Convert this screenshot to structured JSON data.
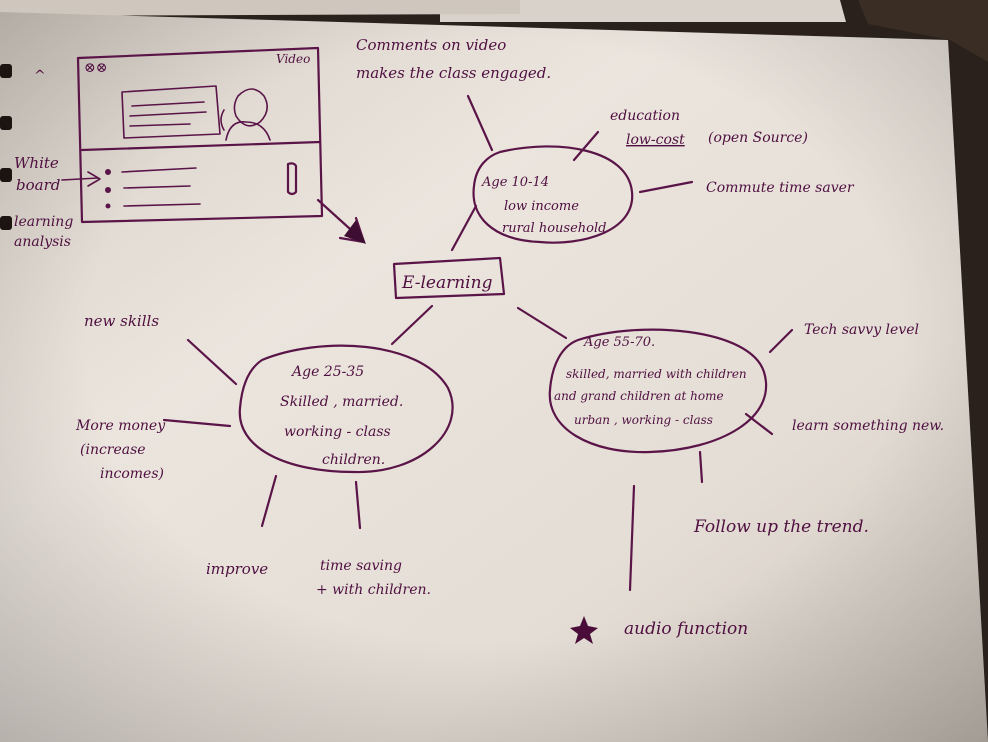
{
  "sketch": {
    "mockup": {
      "icons_label": "⊗⊗",
      "video_label": "Video",
      "whiteboard_label_line1": "White",
      "whiteboard_label_line2": "board",
      "analytics_label_line1": "learning",
      "analytics_label_line2": "analysis"
    },
    "top_note_line1": "Comments on video",
    "top_note_line2": "makes the class engaged.",
    "center_label": "E-learning",
    "group_young": {
      "line1": "Age 10-14",
      "line2": "low income",
      "line3": "rural household"
    },
    "young_benefits": {
      "education": "education",
      "low_cost": "low-cost",
      "open_source": "(open Source)",
      "commute": "Commute time saver"
    },
    "group_adult": {
      "line1": "Age 25-35",
      "line2": "Skilled , married.",
      "line3": "working - class",
      "line4": "children."
    },
    "adult_benefits": {
      "new_skills": "new skills",
      "money_line1": "More money",
      "money_line2": "(increase",
      "money_line3": "incomes)",
      "improve": "improve",
      "time_line1": "time saving",
      "time_line2": "+ with children."
    },
    "group_senior": {
      "line1": "Age 55-70.",
      "line2": "skilled, married with children",
      "line3": "and grand children at home",
      "line4": "urban , working - class"
    },
    "senior_benefits": {
      "tech": "Tech savvy level",
      "learn": "learn something new.",
      "follow": "Follow up the trend.",
      "audio": "audio function"
    },
    "colors": {
      "paper": "#ece6df",
      "ink": "#5a1448",
      "background": "#2a211c"
    }
  }
}
